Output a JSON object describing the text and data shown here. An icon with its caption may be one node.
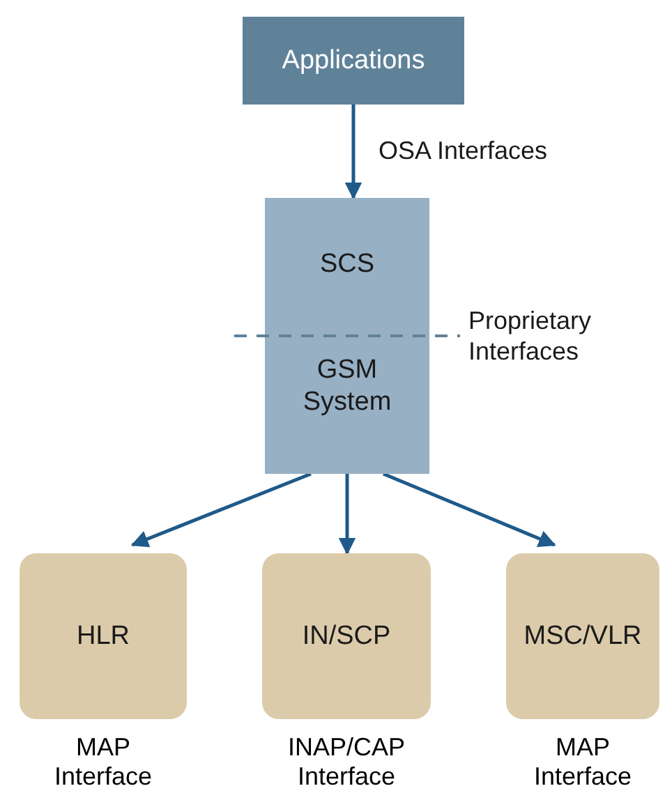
{
  "diagram": {
    "nodes": [
      {
        "text": [
          "Applications"
        ]
      },
      {
        "text": [
          "SCS",
          "GSM System"
        ]
      },
      {
        "text": [
          "HLR"
        ],
        "beside": [
          "MAP Interface"
        ]
      },
      {
        "text": [
          "IN/SCP"
        ],
        "beside": [
          "INAP/CAP Interface"
        ]
      },
      {
        "text": [
          "MSC/VLR"
        ],
        "beside": [
          "MAP Interface"
        ]
      }
    ],
    "edges": [
      {
        "from": 0,
        "to": 1,
        "arrow": "to",
        "label": "OSA Interfaces"
      },
      {
        "from": 1,
        "to": 2,
        "arrow": "to"
      },
      {
        "from": 1,
        "to": 3,
        "arrow": "to"
      },
      {
        "from": 1,
        "to": 4,
        "arrow": "to"
      }
    ],
    "labels": [
      "Proprietary Interfaces"
    ]
  }
}
